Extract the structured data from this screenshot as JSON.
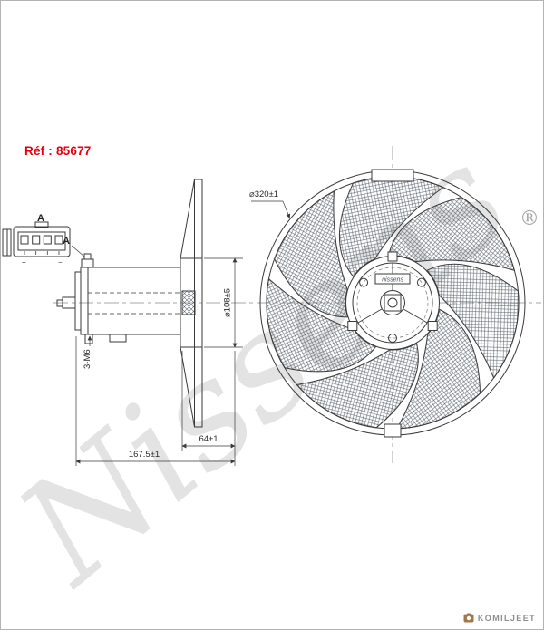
{
  "colors": {
    "ref_red": "#e3000f",
    "watermark_gray": "#e3e3e3",
    "line_dark": "#3a3a3a",
    "footer_gray": "#8e8e8e",
    "footer_icon": "#a57548"
  },
  "header": {
    "ref_label": "Réf : 85677"
  },
  "watermark": {
    "brand": "Nissens",
    "registered": "®"
  },
  "diagram": {
    "dimensions": {
      "fan_diameter": "⌀320±1",
      "hub_diameter": "⌀108±5",
      "fan_depth": "64±1",
      "total_length": "167.5±1",
      "mount_thread": "3-M6"
    },
    "labels": {
      "connector_view": "A",
      "terminal_ref": "A",
      "hub_brand": "nissens",
      "polarity_plus": "+",
      "polarity_minus": "−"
    }
  },
  "footer": {
    "brand": "KOMILJEET"
  }
}
